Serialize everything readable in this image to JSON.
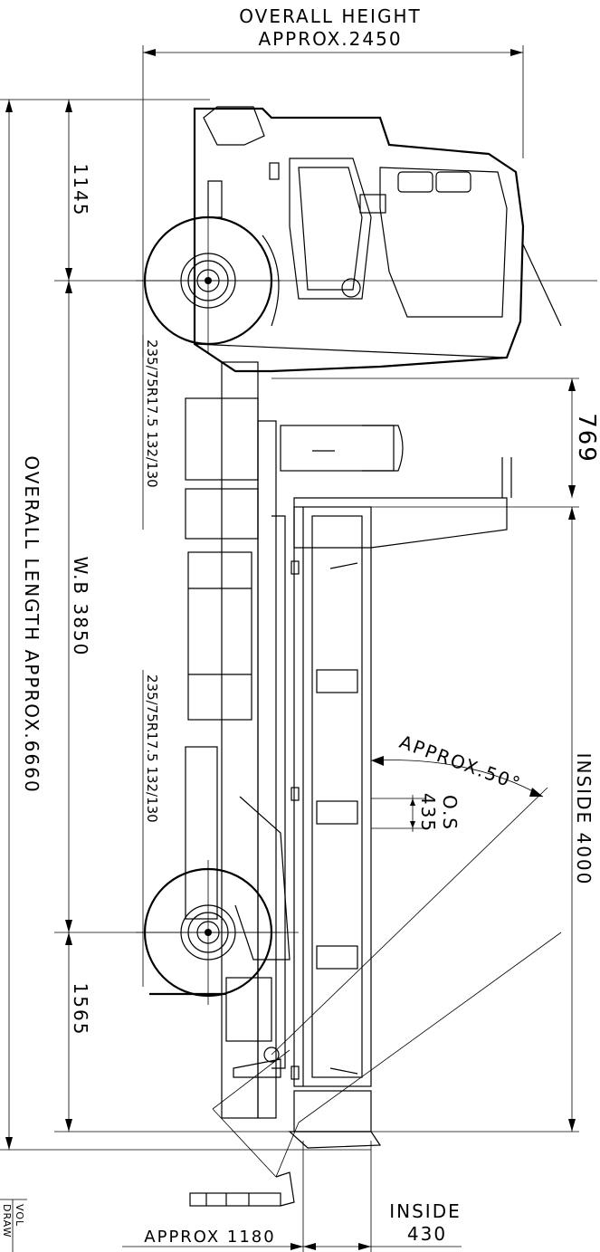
{
  "dimensions": {
    "overall_height_line1": "OVERALL HEIGHT",
    "overall_height_line2": "APPROX.2450",
    "overall_length": "OVERALL LENGTH APPROX.6660",
    "wheelbase": "W.B 3850",
    "front_overhang": "1145",
    "rear_overhang": "1565",
    "cab_gap": "769",
    "inside_length": "INSIDE 4000",
    "dump_angle": "APPROX.50°",
    "os_label": "O.S",
    "os_value": "435",
    "tire_front": "235/75R17.5 132/130",
    "tire_rear": "235/75R17.5 132/130",
    "inside_height_line1": "INSIDE",
    "inside_height_line2": "430",
    "approx_1180": "APPROX 1180"
  },
  "title_block": {
    "vol": "VOL",
    "draw": "DRAW"
  }
}
